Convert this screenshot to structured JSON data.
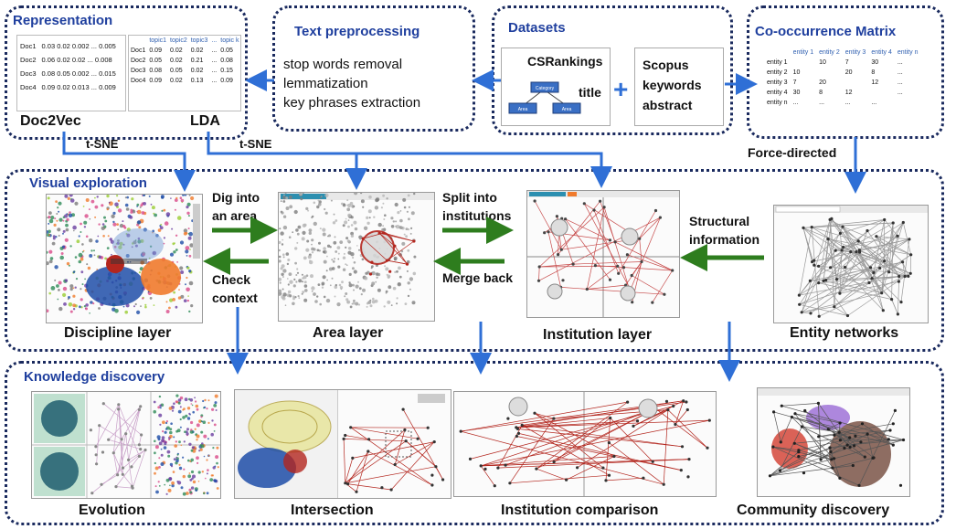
{
  "representation": {
    "title": "Representation",
    "doc2vec_rows": [
      [
        "Doc1",
        "0.03 0.02 0.002 ... 0.005"
      ],
      [
        "Doc2",
        "0.06 0.02 0.02 ... 0.008"
      ],
      [
        "Doc3",
        "0.08 0.05 0.002 ... 0.015"
      ],
      [
        "Doc4",
        "0.09 0.02 0.013 ... 0.009"
      ]
    ],
    "lda_header": [
      "",
      "topic1",
      "topic2",
      "topic3",
      "...",
      "topic k"
    ],
    "lda_rows": [
      [
        "Doc1",
        "0.09",
        "0.02",
        "0.02",
        "...",
        "0.05"
      ],
      [
        "Doc2",
        "0.05",
        "0.02",
        "0.21",
        "...",
        "0.08"
      ],
      [
        "Doc3",
        "0.08",
        "0.05",
        "0.02",
        "...",
        "0.15"
      ],
      [
        "Doc4",
        "0.09",
        "0.02",
        "0.13",
        "...",
        "0.09"
      ]
    ],
    "doc2vec_label": "Doc2Vec",
    "lda_label": "LDA"
  },
  "text_preprocessing": {
    "title": "Text preprocessing",
    "steps": [
      "stop words removal",
      "lemmatization",
      "key phrases extraction"
    ]
  },
  "datasets": {
    "title": "Datasets",
    "csrankings": "CSRankings",
    "tree_nodes": [
      "Category",
      "Area",
      "Area"
    ],
    "title_label": "title",
    "plus": "+",
    "scopus_lines": [
      "Scopus",
      "keywords",
      "abstract"
    ]
  },
  "cooccurrence": {
    "title": "Co-occurrence Matrix",
    "header": [
      "",
      "entity 1",
      "entity 2",
      "entity 3",
      "entity 4",
      "entity n"
    ],
    "rows": [
      [
        "entity 1",
        "",
        "10",
        "7",
        "30",
        "..."
      ],
      [
        "entity 2",
        "10",
        "",
        "20",
        "8",
        "..."
      ],
      [
        "entity 3",
        "7",
        "20",
        "",
        "12",
        "..."
      ],
      [
        "entity 4",
        "30",
        "8",
        "12",
        "",
        "..."
      ],
      [
        "entity n",
        "...",
        "...",
        "...",
        "...",
        ""
      ]
    ]
  },
  "connectors": {
    "tsne_1": "t-SNE",
    "tsne_2": "t-SNE",
    "force_directed": "Force-directed"
  },
  "visual_exploration": {
    "title": "Visual exploration",
    "dig_into": "Dig into\nan area",
    "check_context": "Check\ncontext",
    "split_into": "Split into\ninstitutions",
    "merge_back": "Merge back",
    "structural_info": "Structural\ninformation",
    "discipline_layer": "Discipline layer",
    "area_layer": "Area layer",
    "institution_layer": "Institution layer",
    "entity_networks": "Entity networks"
  },
  "knowledge_discovery": {
    "title": "Knowledge discovery",
    "evolution": "Evolution",
    "intersection": "Intersection",
    "institution_comparison": "Institution comparison",
    "community_discovery": "Community discovery"
  },
  "colors": {
    "blue_arrow": "#2f6fd6",
    "green_arrow": "#2e7d1e",
    "title_blue": "#1f3f9e",
    "border": "#1a2a5e"
  }
}
